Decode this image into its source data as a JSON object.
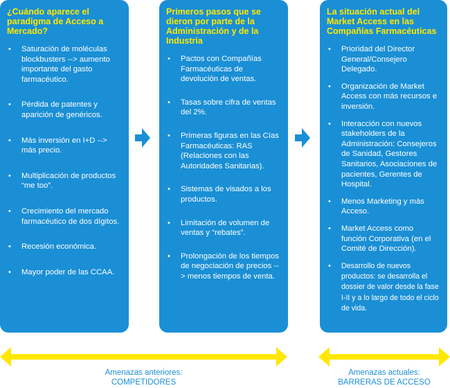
{
  "colors": {
    "panel": "#1a8fd5",
    "title": "#ffe800",
    "span_arrow": "#ffe800",
    "caption": "#1a8fd5"
  },
  "panels": [
    {
      "title": "¿Cuándo aparece el paradigma de Acceso a Mercado?",
      "items": [
        "Saturación de moléculas blockbusters --> aumento importante del gasto farmacéutico.",
        "Pérdida de patentes y aparición de genéricos.",
        "Más inversión en I+D --> más precio.",
        "Multiplicación de productos “me too”.",
        "Crecimiento del mercado farmacéutico de dos dígitos.",
        "Recesión económica.",
        "Mayor poder de las CCAA."
      ]
    },
    {
      "title": "Primeros pasos que se dieron por parte de la Administración y de la Industria",
      "items": [
        "Pactos con Compañías Farmacéuticas de devolución de ventas.",
        "Tasas sobre cifra de ventas del 2%.",
        "Primeras figuras en las Cías Farmacéuticas: RAS (Relaciones con las Autoridades Sanitarias).",
        "Sistemas de visados a los productos.",
        "Limitación de volumen de ventas y “rebates”.",
        "Prolongación de los tiempos de negociación de precios --> menos tiempos de venta."
      ]
    },
    {
      "title": "La situación actual del Market Access en las Compañías Farmacéuticas",
      "items": [
        "Prioridad del Director General/Consejero Delegado.",
        "Organización de Market Access con más recursos e inversión.",
        "Interacción con nuevos stakeholders de la Administración: Consejeros de Sanidad, Gestores Sanitarios, Asociaciones de pacientes, Gerentes de Hospital.",
        "Menos Marketing y más Acceso.",
        "Market Access como función Corporativa (en el Comité de Dirección).",
        "Desarrollo de nuevos productos: se desarrolla el dossier de valor desde la fase I-II y a lo largo de todo el ciclo de vida."
      ]
    }
  ],
  "bullet": "•",
  "captions": [
    {
      "line1": "Amenazas anteriores:",
      "line2": "COMPETIDORES"
    },
    {
      "line1": "Amenazas actuales:",
      "line2": "BARRERAS DE ACCESO"
    }
  ]
}
